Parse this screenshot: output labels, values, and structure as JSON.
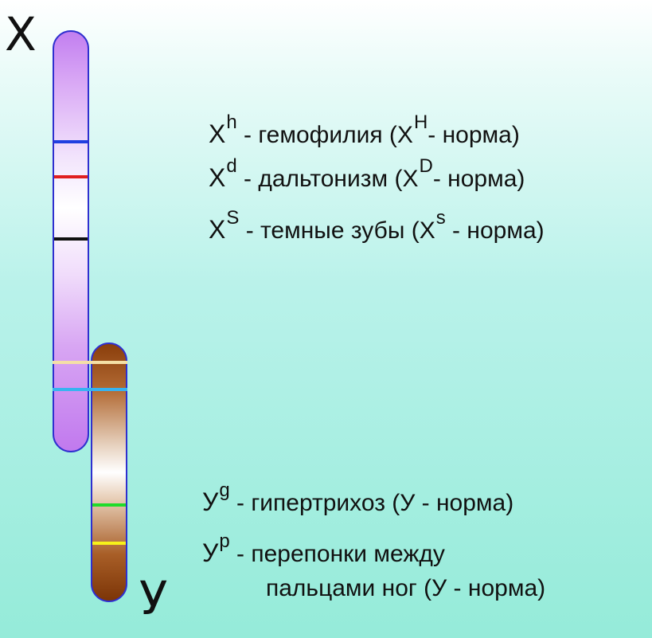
{
  "chromosomes": {
    "x_label": "X",
    "y_label": "У"
  },
  "x_legend": [
    {
      "sym": "X",
      "sup": "h",
      "text": " - гемофилия (X",
      "sup2": "H",
      "tail": "- норма)"
    },
    {
      "sym": "X",
      "sup": "d",
      "text": " - дальтонизм (X",
      "sup2": "D",
      "tail": "- норма)"
    },
    {
      "sym": "X",
      "sup": "S",
      "text": " - темные зубы (X",
      "sup2": "s",
      "tail": " - норма)"
    }
  ],
  "y_legend": [
    {
      "sym": "У",
      "sup": "g",
      "text": " - гипертрихоз (У - норма)"
    },
    {
      "sym": "У",
      "sup": "p",
      "text": " - перепонки между"
    },
    {
      "text": "пальцами ног (У - норма)"
    }
  ],
  "colors": {
    "band_hemophilia": "#1f3fe0",
    "band_daltonism": "#e01f1f",
    "band_dark_teeth": "#111111",
    "band_pairing_1": "#f4dfa6",
    "band_pairing_2": "#37b3f0",
    "band_hypertrichosis": "#1fdc2a",
    "band_webbed_toes": "#f7f21a"
  }
}
